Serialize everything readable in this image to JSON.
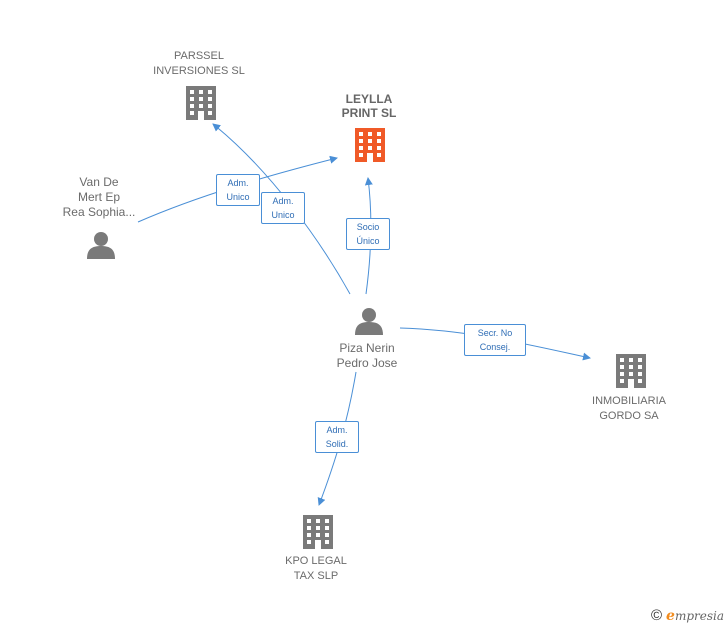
{
  "nodes": {
    "parssel": {
      "line1": "PARSSEL",
      "line2": "INVERSIONES SL",
      "type": "company"
    },
    "leylla": {
      "line1": "LEYLLA",
      "line2": "PRINT  SL",
      "type": "company-focus"
    },
    "vandemert": {
      "line1": "Van De",
      "line2": "Mert Ep",
      "line3": "Rea Sophia...",
      "type": "person"
    },
    "piza": {
      "line1": "Piza Nerin",
      "line2": "Pedro Jose",
      "type": "person"
    },
    "inmobiliaria": {
      "line1": "INMOBILIARIA",
      "line2": "GORDO SA",
      "type": "company"
    },
    "kpo": {
      "line1": "KPO LEGAL",
      "line2": "TAX  SLP",
      "type": "company"
    }
  },
  "edges": {
    "vandemert_leylla": {
      "line1": "Adm.",
      "line2": "Unico"
    },
    "piza_parssel": {
      "line1": "Adm.",
      "line2": "Unico"
    },
    "piza_leylla": {
      "line1": "Socio",
      "line2": "Único"
    },
    "piza_inmobiliaria": {
      "line1": "Secr.  No",
      "line2": "Consej."
    },
    "piza_kpo": {
      "line1": "Adm.",
      "line2": "Solid."
    }
  },
  "colors": {
    "edge": "#4a8fd6",
    "company_icon": "#7a7a7a",
    "focus_icon": "#f05a28",
    "person_icon": "#7a7a7a"
  },
  "brand": {
    "copyright": "©",
    "name_first": "e",
    "name_rest": "mpresia"
  }
}
